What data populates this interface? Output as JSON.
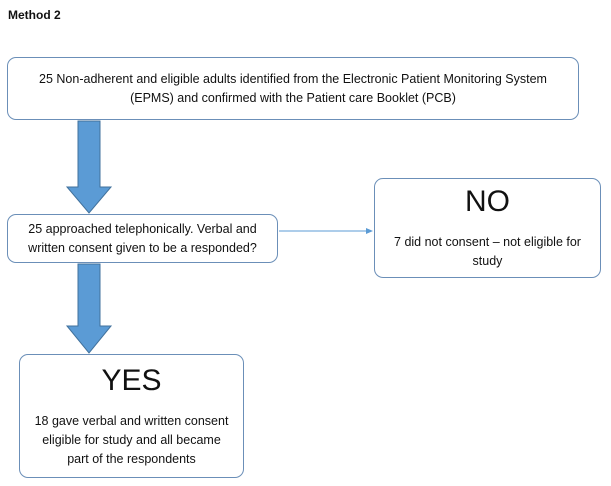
{
  "title": "Method 2",
  "box1": {
    "text": "25 Non-adherent and eligible adults identified from the Electronic Patient Monitoring System (EPMS) and confirmed with the Patient care Booklet (PCB)"
  },
  "box2": {
    "text": "25 approached telephonically. Verbal and written consent given to be a responded?"
  },
  "box_no": {
    "heading": "NO",
    "text": "7 did not consent – not eligible for study"
  },
  "box_yes": {
    "heading": "YES",
    "text": "18 gave verbal and written consent eligible for study and all became part of the respondents"
  },
  "colors": {
    "arrow_fill": "#5b9bd5",
    "arrow_stroke": "#41719c",
    "box_border": "#6b8fb8"
  }
}
